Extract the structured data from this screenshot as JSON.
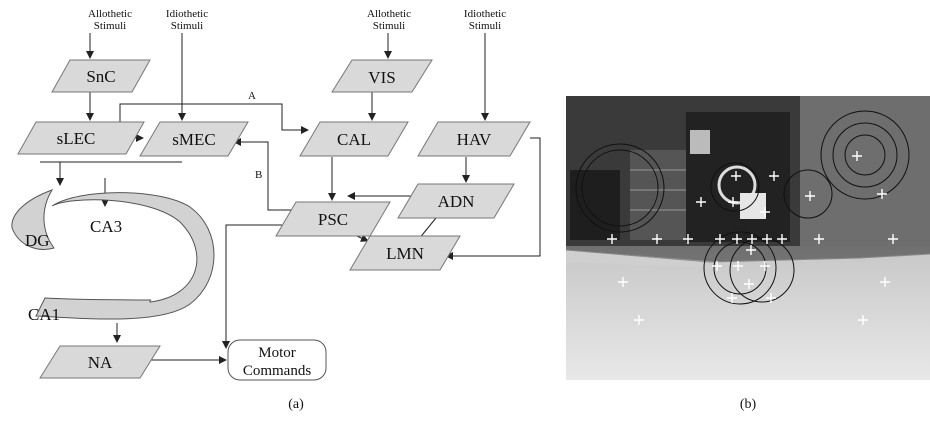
{
  "panel_a": {
    "caption": "(a)",
    "stimuli": [
      {
        "line1": "Allothetic",
        "line2": "Stimuli"
      },
      {
        "line1": "Idiothetic",
        "line2": "Stimuli"
      },
      {
        "line1": "Allothetic",
        "line2": "Stimuli"
      },
      {
        "line1": "Idiothetic",
        "line2": "Stimuli"
      }
    ],
    "nodes": {
      "snc": "SnC",
      "slec": "sLEC",
      "smec": "sMEC",
      "vis": "VIS",
      "cal": "CAL",
      "hav": "HAV",
      "psc": "PSC",
      "adn": "ADN",
      "lmn": "LMN",
      "dg": "DG",
      "ca3": "CA3",
      "ca1": "CA1",
      "na": "NA",
      "motor_line1": "Motor",
      "motor_line2": "Commands"
    },
    "edge_labels": {
      "a": "A",
      "b": "B"
    }
  },
  "panel_b": {
    "caption": "(b)"
  }
}
